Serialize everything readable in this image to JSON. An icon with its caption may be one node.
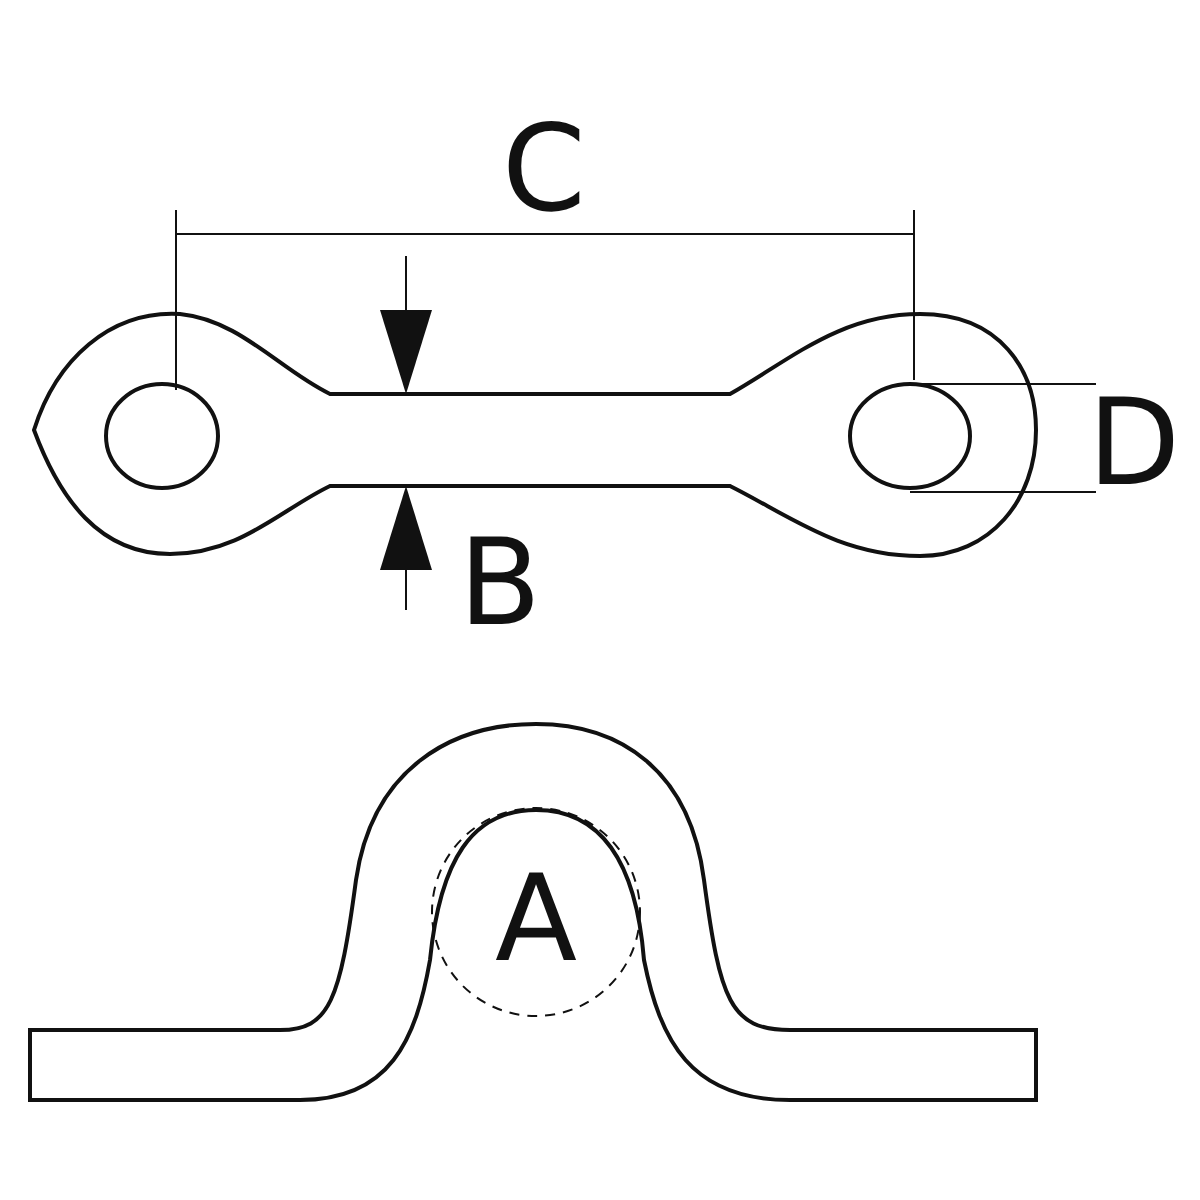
{
  "diagram": {
    "labels": [
      "C",
      "B",
      "D",
      "A"
    ]
  }
}
